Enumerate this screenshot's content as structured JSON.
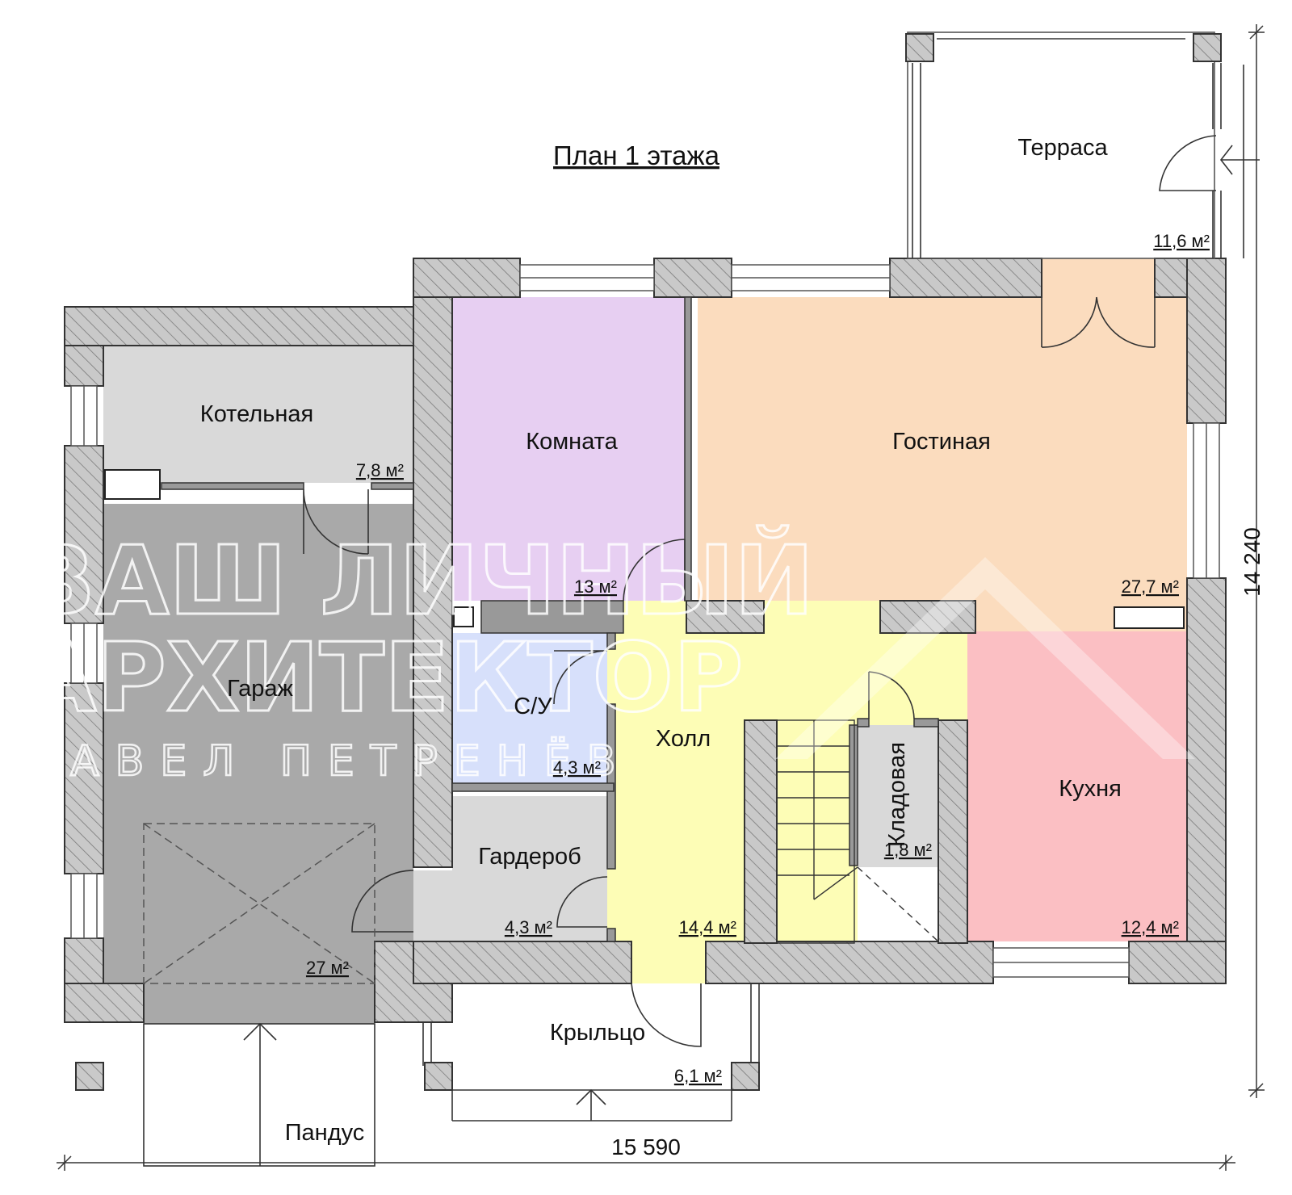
{
  "plan": {
    "title": "План 1 этажа",
    "dimensions": {
      "width": "15 590",
      "height": "14 240"
    },
    "colors": {
      "wall": "#c8c8c8",
      "boiler": "#d9d9d9",
      "garage": "#a9a9a9",
      "room": "#e7cff2",
      "living": "#fbdcbe",
      "bath": "#d7e0fb",
      "wardrobe": "#d9d9d9",
      "hall": "#fdfdb6",
      "kitchen": "#fbbfc3",
      "pantry": "#d9d9d9"
    },
    "rooms": {
      "terrace": {
        "name": "Терраса",
        "area": "11,6 м²"
      },
      "boiler": {
        "name": "Котельная",
        "area": "7,8 м²"
      },
      "room": {
        "name": "Комната",
        "area": "13 м²"
      },
      "living": {
        "name": "Гостиная",
        "area": "27,7 м²"
      },
      "garage": {
        "name": "Гараж",
        "area": "27 м²"
      },
      "bath": {
        "name": "С/У",
        "area": "4,3 м²"
      },
      "hall": {
        "name": "Холл",
        "area": "14,4 м²"
      },
      "pantry": {
        "name": "Кладовая",
        "area": "1,8 м²"
      },
      "kitchen": {
        "name": "Кухня",
        "area": "12,4 м²"
      },
      "wardrobe": {
        "name": "Гардероб",
        "area": "4,3 м²"
      },
      "porch": {
        "name": "Крыльцо",
        "area": "6,1 м²"
      },
      "ramp": {
        "name": "Пандус"
      }
    },
    "watermark": {
      "line1": "ВАШ ЛИЧНЫЙ",
      "line2": "АРХИТЕКТОР",
      "line3": "ПАВЕЛ ПЕТРЕНЁВ"
    }
  }
}
